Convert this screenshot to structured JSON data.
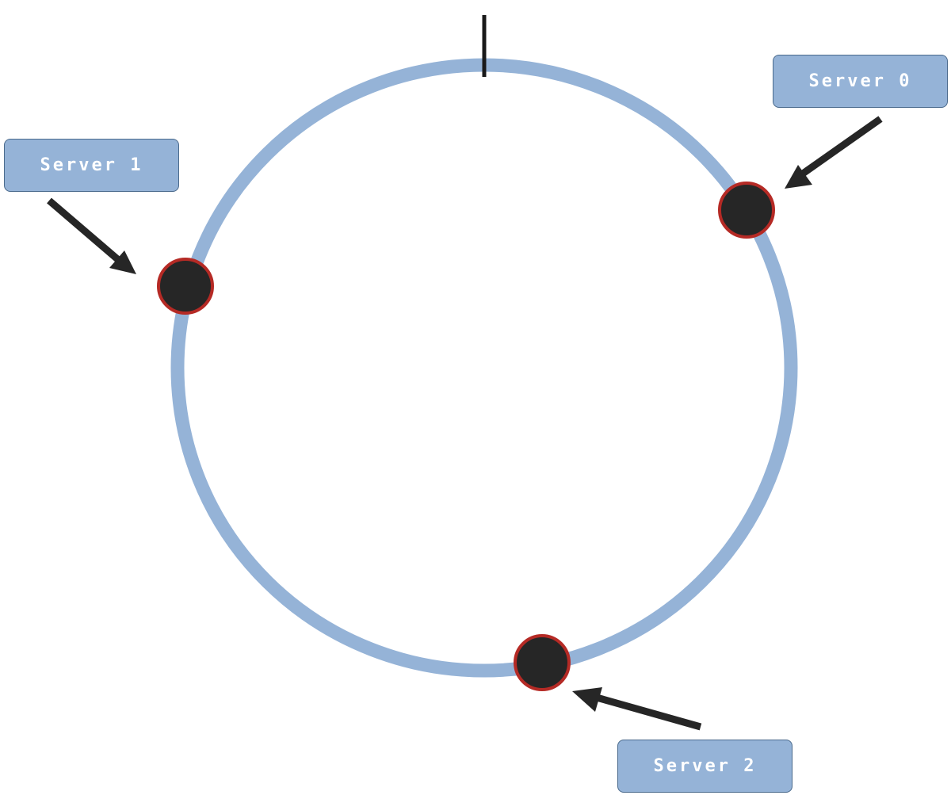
{
  "ring": {
    "color": "#95b3d7",
    "origin_marker_color": "#1a1a1a"
  },
  "nodes": [
    {
      "id": "server-0",
      "label": "Server 0"
    },
    {
      "id": "server-1",
      "label": "Server 1"
    },
    {
      "id": "server-2",
      "label": "Server 2"
    }
  ],
  "colors": {
    "node_fill": "#262626",
    "node_outline": "#b52a25",
    "arrow": "#262626",
    "label_background": "#95b3d7",
    "label_border": "#4a6a8c",
    "label_text": "#ffffff"
  }
}
